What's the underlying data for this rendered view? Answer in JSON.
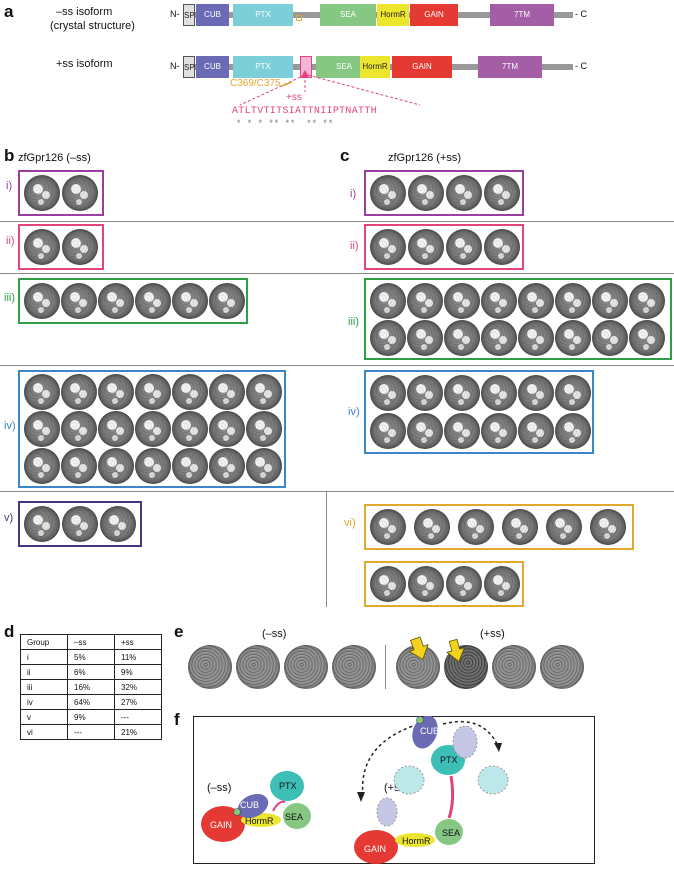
{
  "panel_a": {
    "letter": "a",
    "minus_label_line1": "–ss isoform",
    "minus_label_line2": "(crystal structure)",
    "plus_label": "+ss isoform",
    "n_term": "N-",
    "c_term": "- C",
    "domains": [
      "SP",
      "CUB",
      "PTX",
      "SEA",
      "HormR",
      "GAIN",
      "7TM"
    ],
    "cys_label": "C369/C375",
    "ss_label": "+ss",
    "ss_sequence": "ATLTVTITSIATTNIIPTNATTH",
    "ss_stars": "* * * ** **  ** **"
  },
  "panel_b": {
    "letter": "b",
    "title": "zfGpr126 (–ss)"
  },
  "panel_c": {
    "letter": "c",
    "title": "zfGpr126 (+ss)"
  },
  "groups": {
    "i": "i)",
    "ii": "ii)",
    "iii": "iii)",
    "iv": "iv)",
    "v": "v)",
    "vi": "vi)"
  },
  "panel_d": {
    "letter": "d",
    "header": [
      "Group",
      "–ss",
      "+ss"
    ],
    "rows": [
      [
        "i",
        "5%",
        "11%"
      ],
      [
        "ii",
        "6%",
        "9%"
      ],
      [
        "iii",
        "16%",
        "32%"
      ],
      [
        "iv",
        "64%",
        "27%"
      ],
      [
        "v",
        "9%",
        "---"
      ],
      [
        "vi",
        "---",
        "21%"
      ]
    ]
  },
  "panel_e": {
    "letter": "e",
    "minus": "(–ss)",
    "plus": "(+ss)"
  },
  "panel_f": {
    "letter": "f",
    "minus": "(–ss)",
    "plus": "(+ss)",
    "labels": {
      "gain": "GAIN",
      "hormr": "HormR",
      "sea": "SEA",
      "cub": "CUB",
      "ptx": "PTX"
    }
  },
  "colors": {
    "sp": "#d9d9d9",
    "cub": "#6a6ab5",
    "ptx": "#7ccfd9",
    "sea": "#86c784",
    "hormr": "#ece52e",
    "gain": "#e43a33",
    "tm": "#a45ea5",
    "i": "#9b3ea0",
    "ii": "#e3447e",
    "iii": "#2f9e44",
    "iv": "#3a86c8",
    "v": "#3f3780",
    "vi": "#e2a72e"
  }
}
